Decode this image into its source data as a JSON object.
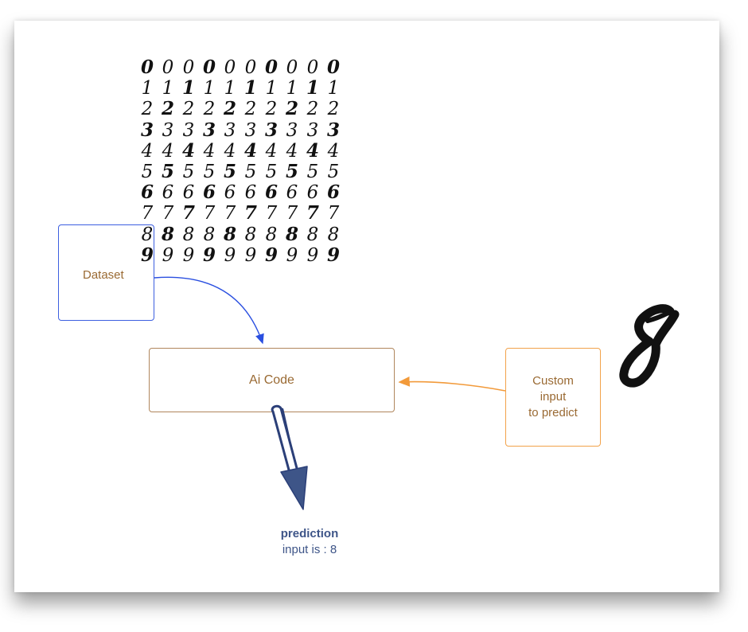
{
  "dataset": {
    "label": "Dataset",
    "grid": [
      [
        "0",
        "0",
        "0",
        "0",
        "0",
        "0",
        "0",
        "0",
        "0",
        "0"
      ],
      [
        "1",
        "1",
        "1",
        "1",
        "1",
        "1",
        "1",
        "1",
        "1",
        "1"
      ],
      [
        "2",
        "2",
        "2",
        "2",
        "2",
        "2",
        "2",
        "2",
        "2",
        "2"
      ],
      [
        "3",
        "3",
        "3",
        "3",
        "3",
        "3",
        "3",
        "3",
        "3",
        "3"
      ],
      [
        "4",
        "4",
        "4",
        "4",
        "4",
        "4",
        "4",
        "4",
        "4",
        "4"
      ],
      [
        "5",
        "5",
        "5",
        "5",
        "5",
        "5",
        "5",
        "5",
        "5",
        "5"
      ],
      [
        "6",
        "6",
        "6",
        "6",
        "6",
        "6",
        "6",
        "6",
        "6",
        "6"
      ],
      [
        "7",
        "7",
        "7",
        "7",
        "7",
        "7",
        "7",
        "7",
        "7",
        "7"
      ],
      [
        "8",
        "8",
        "8",
        "8",
        "8",
        "8",
        "8",
        "8",
        "8",
        "8"
      ],
      [
        "9",
        "9",
        "9",
        "9",
        "9",
        "9",
        "9",
        "9",
        "9",
        "9"
      ]
    ]
  },
  "ai_code": {
    "label": "Ai Code"
  },
  "custom_input": {
    "lines": [
      "Custom",
      "input",
      "to predict"
    ],
    "digit": "8"
  },
  "prediction": {
    "title": "prediction",
    "value": "input is : 8"
  },
  "colors": {
    "dataset_border": "#3c5fe0",
    "custom_border": "#f2a24a",
    "ai_border": "#b0865c",
    "prediction_arrow": "#3e5588"
  }
}
